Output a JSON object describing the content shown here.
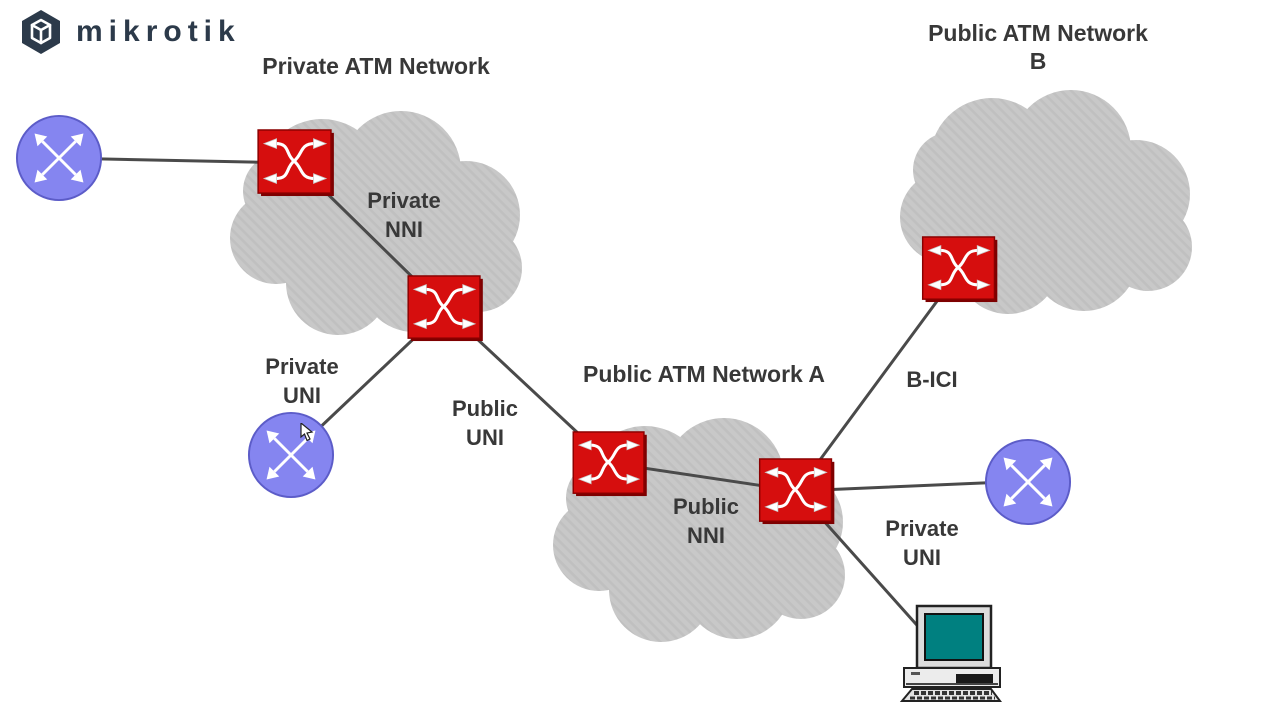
{
  "logo": {
    "text": "mikrotik",
    "icon": "mikrotik-cube-icon"
  },
  "titles": {
    "private_network": "Private ATM Network",
    "public_network_a": "Public ATM Network A",
    "public_network_b": "Public ATM Network B"
  },
  "labels": {
    "private_nni": "Private\nNNI",
    "private_uni_left": "Private\nUNI",
    "public_uni": "Public\nUNI",
    "public_nni": "Public\nNNI",
    "b_ici": "B-ICI",
    "private_uni_right": "Private\nUNI"
  },
  "icons": {
    "atm_switch": "crossed-arrows-switch-icon",
    "endpoint": "diagonal-arrows-endpoint-icon",
    "computer": "desktop-computer-icon",
    "cursor": "mouse-pointer-icon"
  },
  "colors": {
    "switch_red": "#d60e0e",
    "switch_shadow": "#7e0000",
    "endpoint_blue": "#8585f0",
    "cloud_gray": "#c8c8c8",
    "connector_line": "#4a4a4a",
    "label_text": "#383838",
    "logo_navy": "#2c3a4a",
    "monitor_screen_teal": "#008080"
  }
}
